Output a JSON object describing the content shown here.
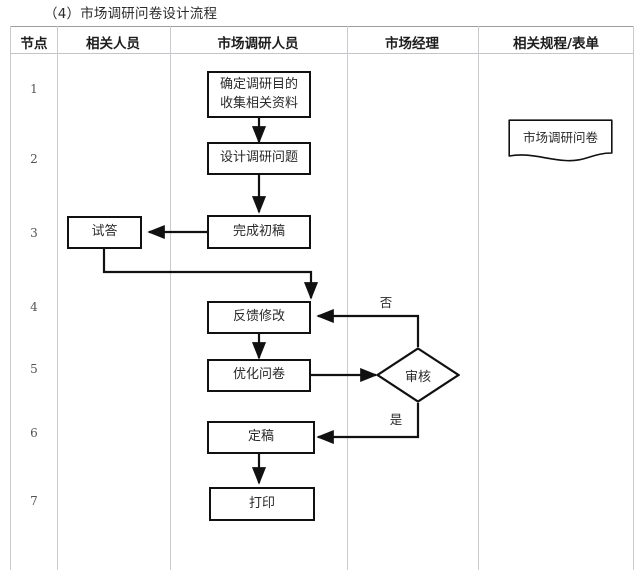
{
  "title": "（4）市场调研问卷设计流程",
  "table": {
    "columns": [
      {
        "key": "node",
        "label": "节点"
      },
      {
        "key": "staff",
        "label": "相关人员"
      },
      {
        "key": "survey",
        "label": "市场调研人员"
      },
      {
        "key": "manager",
        "label": "市场经理"
      },
      {
        "key": "docs",
        "label": "相关规程/表单"
      }
    ],
    "node_numbers": [
      "1",
      "2",
      "3",
      "4",
      "5",
      "6",
      "7"
    ]
  },
  "chart_data": {
    "type": "diagram",
    "diagram_kind": "cross-functional-flowchart",
    "title": "（4）市场调研问卷设计流程",
    "lanes": [
      "节点",
      "相关人员",
      "市场调研人员",
      "市场经理",
      "相关规程/表单"
    ],
    "nodes": [
      {
        "id": "n1",
        "shape": "process",
        "lane": "市场调研人员",
        "row": 1,
        "text": "确定调研目的\n收集相关资料",
        "lines": [
          "确定调研目的",
          "收集相关资料"
        ]
      },
      {
        "id": "n2",
        "shape": "process",
        "lane": "市场调研人员",
        "row": 2,
        "text": "设计调研问题",
        "lines": [
          "设计调研问题"
        ]
      },
      {
        "id": "n3",
        "shape": "process",
        "lane": "市场调研人员",
        "row": 3,
        "text": "完成初稿",
        "lines": [
          "完成初稿"
        ]
      },
      {
        "id": "n3b",
        "shape": "process",
        "lane": "相关人员",
        "row": 3,
        "text": "试答",
        "lines": [
          "试答"
        ]
      },
      {
        "id": "n4",
        "shape": "process",
        "lane": "市场调研人员",
        "row": 4,
        "text": "反馈修改",
        "lines": [
          "反馈修改"
        ]
      },
      {
        "id": "n5",
        "shape": "process",
        "lane": "市场调研人员",
        "row": 5,
        "text": "优化问卷",
        "lines": [
          "优化问卷"
        ]
      },
      {
        "id": "n5d",
        "shape": "decision",
        "lane": "市场经理",
        "row": 5,
        "text": "审核",
        "lines": [
          "审核"
        ]
      },
      {
        "id": "n6",
        "shape": "process",
        "lane": "市场调研人员",
        "row": 6,
        "text": "定稿",
        "lines": [
          "定稿"
        ]
      },
      {
        "id": "n7",
        "shape": "process",
        "lane": "市场调研人员",
        "row": 7,
        "text": "打印",
        "lines": [
          "打印"
        ]
      },
      {
        "id": "d1",
        "shape": "document",
        "lane": "相关规程/表单",
        "row": 2,
        "text": "市场调研问卷",
        "lines": [
          "市场调研问卷"
        ]
      }
    ],
    "edges": [
      {
        "from": "n1",
        "to": "n2",
        "label": ""
      },
      {
        "from": "n2",
        "to": "n3",
        "label": ""
      },
      {
        "from": "n3",
        "to": "n3b",
        "label": ""
      },
      {
        "from": "n3b",
        "to": "n4",
        "label": ""
      },
      {
        "from": "n4",
        "to": "n5",
        "label": ""
      },
      {
        "from": "n5",
        "to": "n5d",
        "label": ""
      },
      {
        "from": "n5d",
        "to": "n4",
        "label": "否"
      },
      {
        "from": "n5d",
        "to": "n6",
        "label": "是"
      },
      {
        "from": "n6",
        "to": "n7",
        "label": ""
      }
    ],
    "branch_labels": [
      {
        "id": "no",
        "text": "否"
      },
      {
        "id": "yes",
        "text": "是"
      }
    ]
  },
  "colors": {
    "stroke": "#111111",
    "grid": "#c9c9cf",
    "text": "#2a2a2a",
    "background": "#ffffff"
  }
}
